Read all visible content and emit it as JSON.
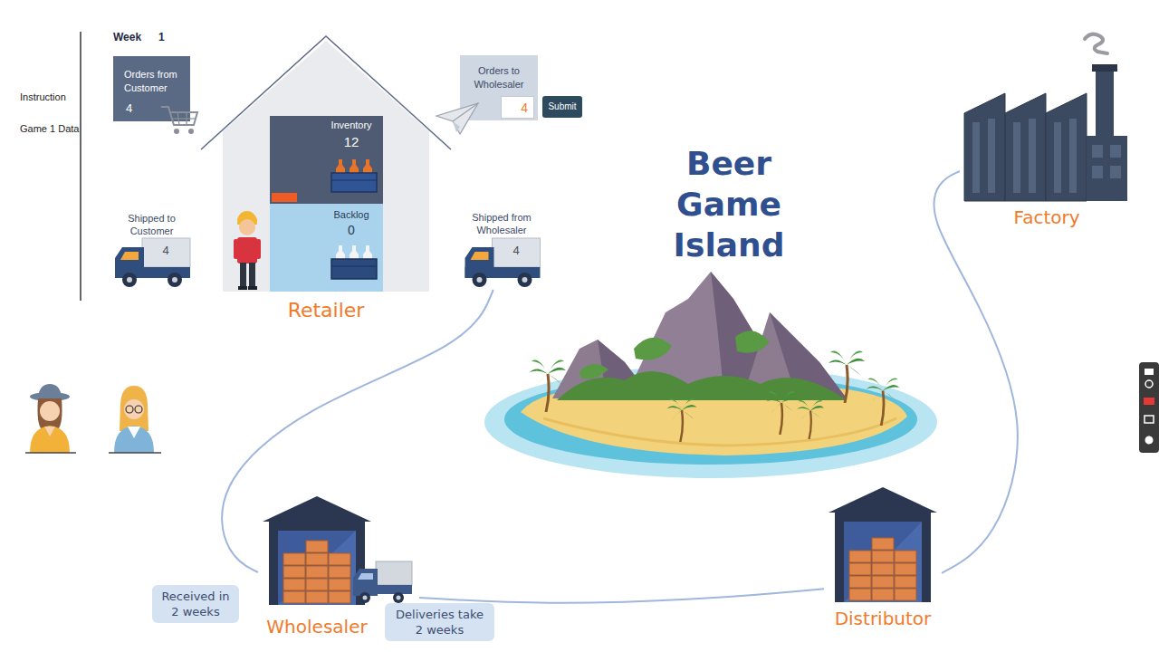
{
  "diagram": {
    "title": "Beer Game Island",
    "nodes": [
      {
        "text": [
          "Orders from Customer",
          "4"
        ]
      },
      {
        "text": [
          "Retailer"
        ]
      },
      {
        "text": [
          "Inventory",
          "12"
        ],
        "in": 1
      },
      {
        "text": [
          "Backlog",
          "0"
        ],
        "in": 1
      },
      {
        "text": [
          "Orders to Wholesaler",
          "4"
        ]
      },
      {
        "text": [
          "Submit"
        ]
      },
      {
        "text": [
          "Shipped to Customer",
          "4"
        ]
      },
      {
        "text": [
          "Shipped from Wholesaler",
          "4"
        ]
      },
      {
        "text": [
          "Factory"
        ]
      },
      {
        "text": [
          "Wholesaler"
        ]
      },
      {
        "text": [
          "Received in 2 weeks"
        ]
      },
      {
        "text": [
          "Deliveries take 2 weeks"
        ]
      },
      {
        "text": [
          "Distributor"
        ]
      }
    ],
    "edges": [
      {
        "from": 7,
        "to": 9,
        "arrow": "none"
      },
      {
        "from": 9,
        "to": 12,
        "arrow": "none"
      },
      {
        "from": 12,
        "to": 8,
        "arrow": "none"
      }
    ],
    "labels": [
      "Week",
      "1",
      "Instruction",
      "Game 1 Data"
    ]
  }
}
